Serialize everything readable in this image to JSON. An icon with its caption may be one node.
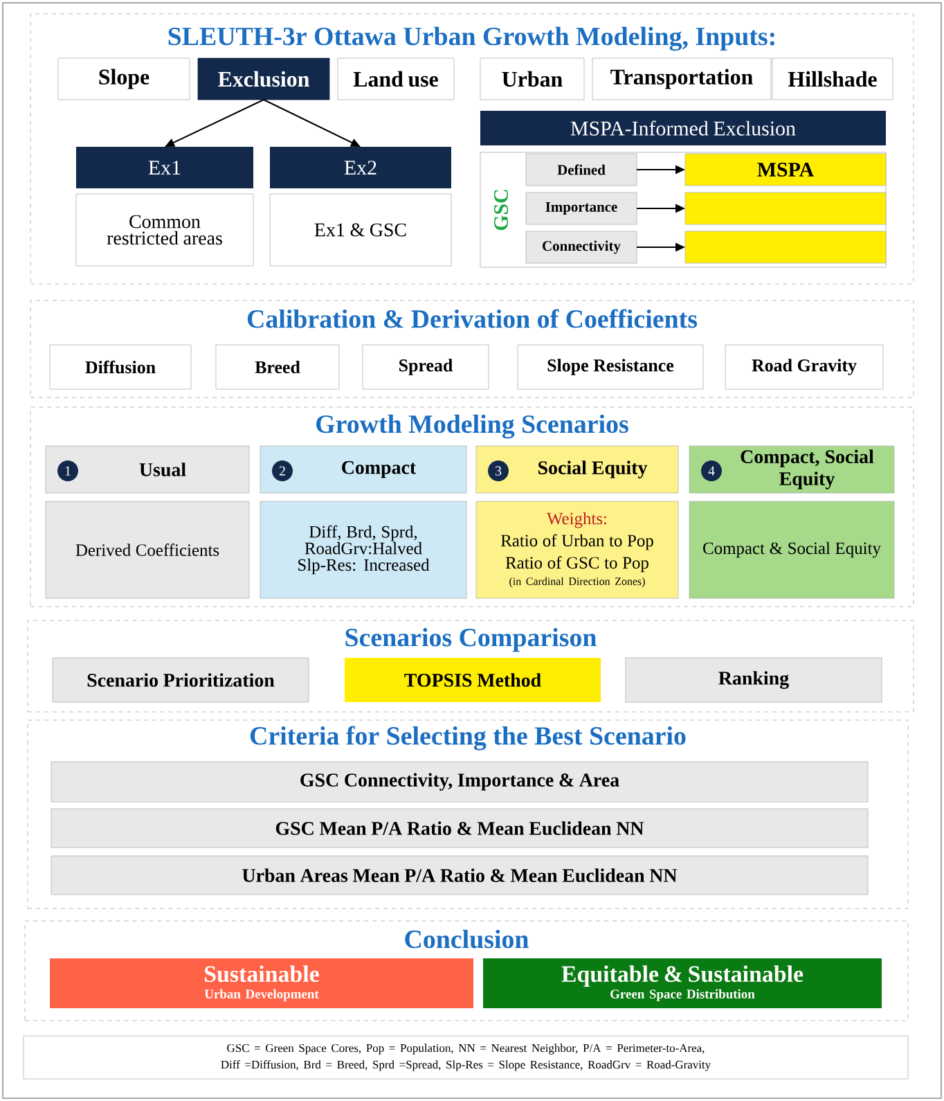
{
  "diagram": {
    "nodes": [
      {
        "text": [
          "SLEUTH-3r Ottawa Urban Growth Modeling, Inputs:"
        ]
      },
      {
        "text": [
          "Slope"
        ],
        "in": 0
      },
      {
        "text": [
          "Exclusion"
        ],
        "in": 0
      },
      {
        "text": [
          "Land use"
        ],
        "in": 0
      },
      {
        "text": [
          "Urban"
        ],
        "in": 0
      },
      {
        "text": [
          "Transportation"
        ],
        "in": 0
      },
      {
        "text": [
          "Hillshade"
        ],
        "in": 0
      },
      {
        "text": [
          "Ex1"
        ],
        "in": 0
      },
      {
        "text": [
          "Common restricted areas"
        ],
        "in": 0
      },
      {
        "text": [
          "Ex2"
        ],
        "in": 0
      },
      {
        "text": [
          "Ex1 & GSC"
        ],
        "in": 0
      },
      {
        "text": [
          "MSPA-Informed Exclusion"
        ],
        "in": 0
      },
      {
        "text": [
          "GSC"
        ],
        "in": 0
      },
      {
        "text": [
          "Defined"
        ],
        "in": 12
      },
      {
        "text": [
          "MSPA"
        ],
        "in": 12
      },
      {
        "text": [
          "Importance"
        ],
        "in": 12
      },
      {
        "text": [],
        "shape": "box",
        "in": 12
      },
      {
        "text": [
          "Connectivity"
        ],
        "in": 12
      },
      {
        "text": [],
        "shape": "box",
        "in": 12
      },
      {
        "text": [
          "Calibration & Derivation of Coefficients"
        ]
      },
      {
        "text": [
          "Diffusion"
        ],
        "in": 19
      },
      {
        "text": [
          "Breed"
        ],
        "in": 19
      },
      {
        "text": [
          "Spread"
        ],
        "in": 19
      },
      {
        "text": [
          "Slope Resistance"
        ],
        "in": 19
      },
      {
        "text": [
          "Road Gravity"
        ],
        "in": 19
      },
      {
        "text": [
          "Growth Modeling Scenarios"
        ]
      },
      {
        "text": [
          "1",
          "Usual"
        ],
        "in": 25
      },
      {
        "text": [
          "Derived Coefficients"
        ],
        "in": 25
      },
      {
        "text": [
          "2",
          "Compact"
        ],
        "in": 25
      },
      {
        "text": [
          "Diff, Brd, Sprd, RoadGrv:Halved Slp-Res: Increased"
        ],
        "in": 25
      },
      {
        "text": [
          "3",
          "Social Equity"
        ],
        "in": 25
      },
      {
        "text": [
          "Weights:",
          "Ratio of Urban to Pop",
          "Ratio of GSC to Pop",
          "(in Cardinal Direction Zones)"
        ],
        "in": 25
      },
      {
        "text": [
          "4",
          "Compact, Social Equity"
        ],
        "in": 25
      },
      {
        "text": [
          "Compact & Social Equity"
        ],
        "in": 25
      },
      {
        "text": [
          "Scenarios Comparison"
        ]
      },
      {
        "text": [
          "Scenario Prioritization"
        ],
        "in": 34
      },
      {
        "text": [
          "TOPSIS Method"
        ],
        "in": 34
      },
      {
        "text": [
          "Ranking"
        ],
        "in": 34
      },
      {
        "text": [
          "Criteria for Selecting the Best Scenario"
        ]
      },
      {
        "text": [
          "GSC Connectivity, Importance & Area"
        ],
        "in": 38
      },
      {
        "text": [
          "GSC Mean P/A Ratio & Mean Euclidean NN"
        ],
        "in": 38
      },
      {
        "text": [
          "Urban Areas Mean P/A Ratio & Mean Euclidean NN"
        ],
        "in": 38
      },
      {
        "text": [
          "Conclusion"
        ]
      },
      {
        "text": [
          "Sustainable",
          "Urban Development"
        ],
        "in": 42
      },
      {
        "text": [
          "Equitable & Sustainable",
          "Green Space Distribution"
        ],
        "in": 42
      },
      {
        "text": [
          "GSC = Green Space Cores, Pop = Population, NN = Nearest Neighbor, P/A = Perimeter-to-Area, Diff =Diffusion, Brd = Breed, Sprd =Spread, Slp-Res = Slope Resistance, RoadGrv = Road-Gravity"
        ]
      }
    ],
    "edges": [
      {
        "from": 2,
        "to": 7,
        "arrow": "to"
      },
      {
        "from": 2,
        "to": 9,
        "arrow": "to"
      },
      {
        "from": 13,
        "to": 14,
        "arrow": "to"
      },
      {
        "from": 15,
        "to": 16,
        "arrow": "to"
      },
      {
        "from": 17,
        "to": 18,
        "arrow": "to"
      }
    ]
  }
}
